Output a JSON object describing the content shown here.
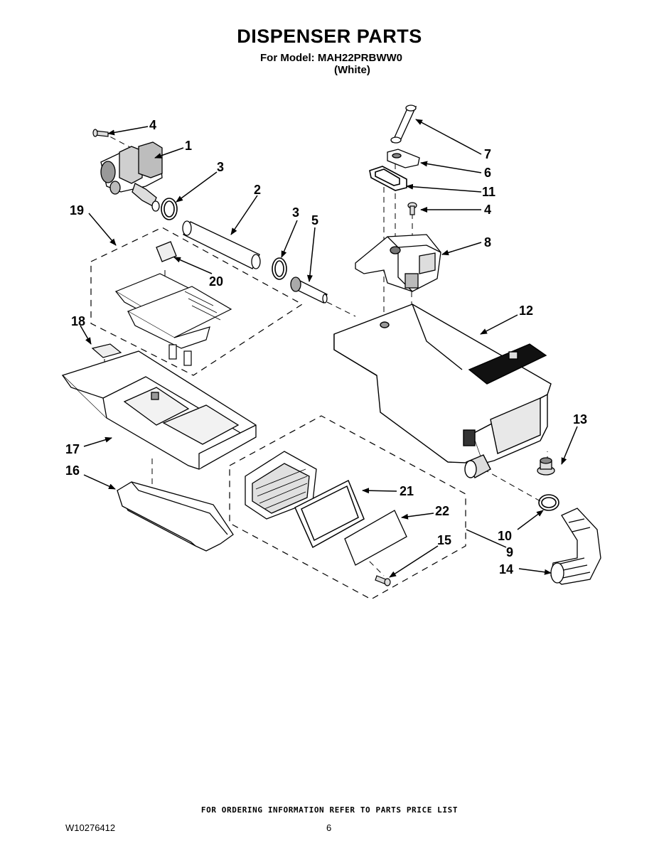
{
  "page": {
    "title": "DISPENSER PARTS",
    "model_line": "For Model: MAH22PRBWW0",
    "color_line": "(White)",
    "footer_note": "FOR ORDERING INFORMATION REFER TO PARTS PRICE LIST",
    "document_number": "W10276412",
    "page_number": "6"
  },
  "callouts": {
    "c1": "1",
    "c2": "2",
    "c3a": "3",
    "c3b": "3",
    "c4a": "4",
    "c4b": "4",
    "c5": "5",
    "c6": "6",
    "c7": "7",
    "c8": "8",
    "c9": "9",
    "c10": "10",
    "c11": "11",
    "c12": "12",
    "c13": "13",
    "c14": "14",
    "c15": "15",
    "c16": "16",
    "c17": "17",
    "c18": "18",
    "c19": "19",
    "c20": "20",
    "c21": "21",
    "c22": "22"
  }
}
